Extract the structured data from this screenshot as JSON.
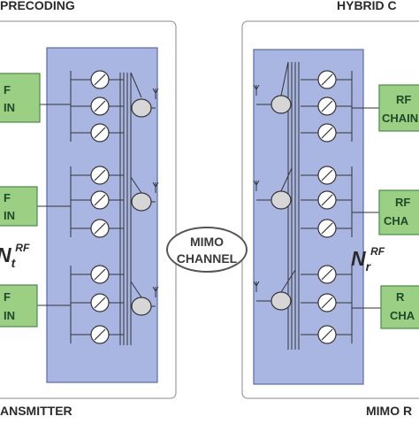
{
  "labels": {
    "precoding": "PRECODING",
    "hybrid": "HYBRID C",
    "transmitter": "ANSMITTER",
    "receiver": "MIMO R",
    "channel_line1": "MIMO",
    "channel_line2": "CHANNEL",
    "nt_base": "N",
    "nt_sub": "t",
    "nt_sup": "RF",
    "nr_base": "N",
    "nr_sub": "r",
    "nr_sup": "RF"
  },
  "tx_rf_chains": [
    {
      "line1": "F",
      "line2": "IN"
    },
    {
      "line1": "F",
      "line2": "IN"
    },
    {
      "line1": "F",
      "line2": "IN"
    }
  ],
  "rx_rf_chains": [
    {
      "line1": "RF",
      "line2": "CHAIN"
    },
    {
      "line1": "RF",
      "line2": "CHA"
    },
    {
      "line1": "R",
      "line2": "CHA"
    }
  ],
  "colors": {
    "rf_box_fill": "#9bcf83",
    "rf_box_stroke": "#4a8a4a",
    "rf_text": "#1f4a2a",
    "network_fill": "#aab6e2",
    "network_stroke": "#5a6ab0",
    "circle_fill": "#ffffff",
    "combiner_fill": "#d6d6d6",
    "line": "#333333",
    "channel_text": "#3a3a3a",
    "label_text": "#2a2a2a"
  }
}
